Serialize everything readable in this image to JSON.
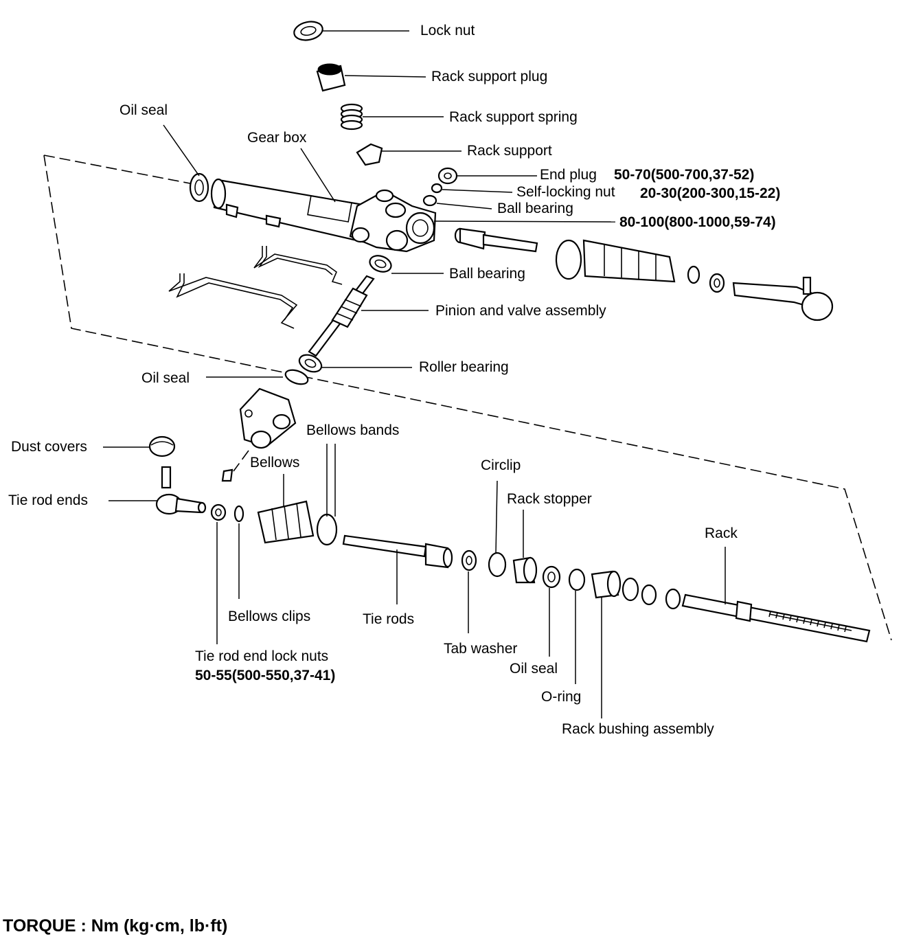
{
  "labels": {
    "lock_nut": "Lock nut",
    "rack_support_plug": "Rack support plug",
    "rack_support_spring": "Rack support spring",
    "rack_support": "Rack support",
    "end_plug": "End plug",
    "end_plug_torque": "50-70(500-700,37-52)",
    "self_locking_nut": "Self-locking nut",
    "self_locking_nut_torque": "20-30(200-300,15-22)",
    "ball_bearing_upper": "Ball bearing",
    "housing_torque": "80-100(800-1000,59-74)",
    "ball_bearing_lower": "Ball bearing",
    "pinion_valve": "Pinion and valve assembly",
    "roller_bearing": "Roller bearing",
    "oil_seal_top": "Oil seal",
    "gear_box": "Gear box",
    "oil_seal_mid": "Oil seal",
    "dust_covers": "Dust covers",
    "tie_rod_ends": "Tie rod ends",
    "bellows": "Bellows",
    "bellows_bands": "Bellows bands",
    "bellows_clips": "Bellows clips",
    "tie_rods": "Tie rods",
    "tie_rod_end_lock_nuts": "Tie rod end lock nuts",
    "tie_rod_end_lock_nuts_torque": "50-55(500-550,37-41)",
    "tab_washer": "Tab washer",
    "circlip": "Circlip",
    "rack_stopper": "Rack stopper",
    "oil_seal_bottom": "Oil seal",
    "o_ring": "O-ring",
    "rack_bushing_assembly": "Rack bushing assembly",
    "rack": "Rack"
  },
  "footer": {
    "torque_units": "TORQUE : Nm (kg·cm, lb·ft)"
  }
}
